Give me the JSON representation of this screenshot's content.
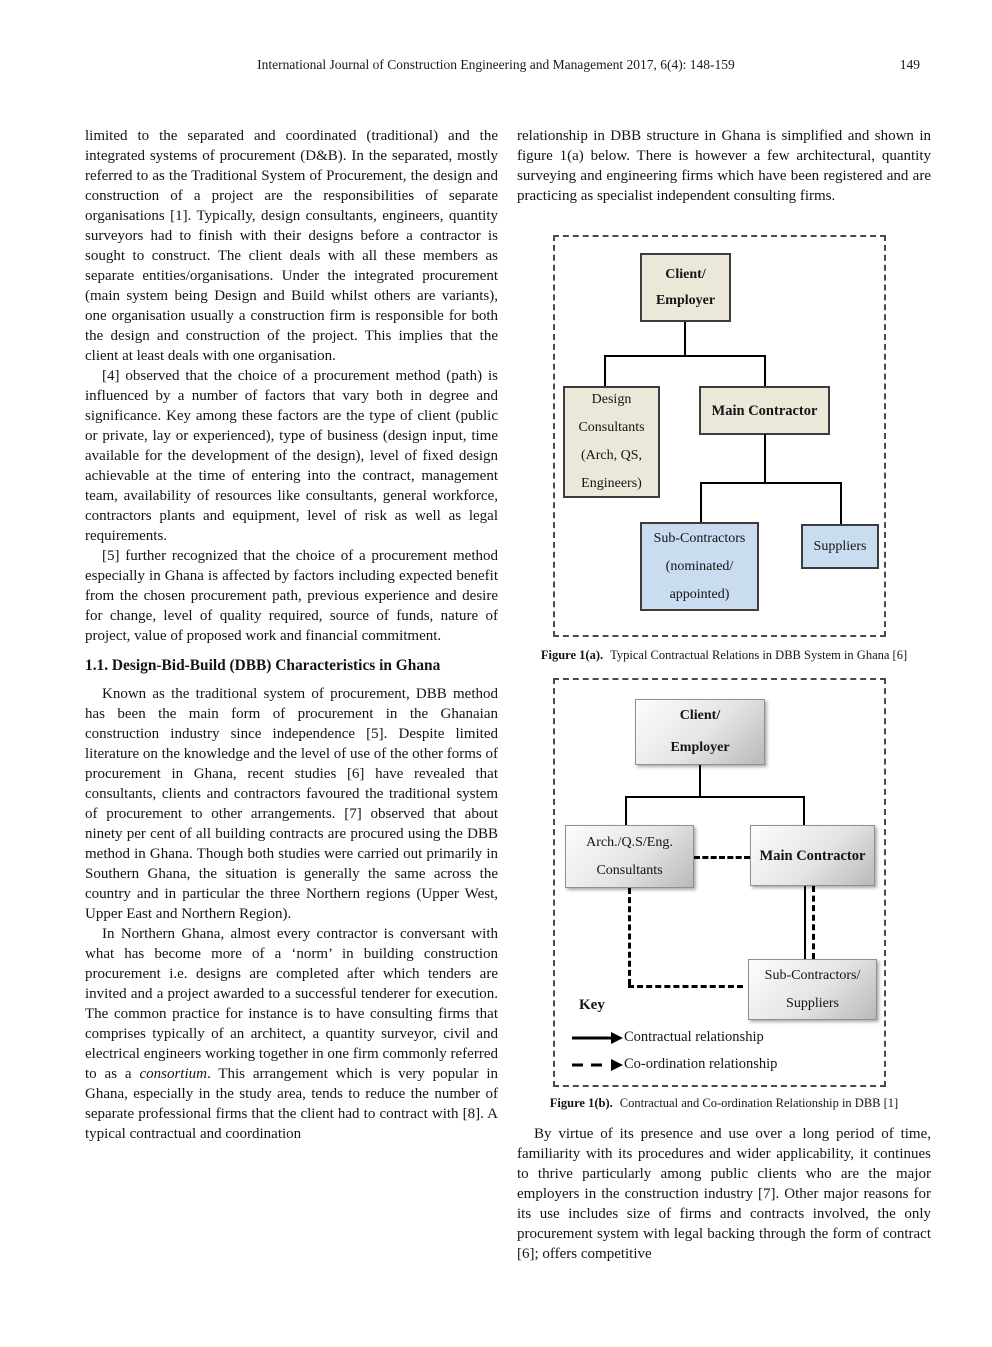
{
  "header": {
    "journal": "International Journal of Construction Engineering and Management 2017, 6(4): 148-159",
    "page_number": "149"
  },
  "left_column": {
    "para1": "limited to the separated and coordinated (traditional) and the integrated systems of procurement (D&B). In the separated, mostly referred to as the Traditional System of Procurement, the design and construction of a project are the responsibilities of separate organisations [1]. Typically, design consultants, engineers, quantity surveyors had to finish with their designs before a contractor is sought to construct. The client deals with all these members as separate entities/organisations. Under the integrated procurement (main system being Design and Build whilst others are variants), one organisation usually a construction firm is responsible for both the design and construction of the project. This implies that the client at least deals with one organisation.",
    "para2": "[4] observed that the choice of a procurement method (path) is influenced by a number of factors that vary both in degree and significance. Key among these factors are the type of client (public or private, lay or experienced), type of business (design input, time available for the development of the design), level of fixed design achievable at the time of entering into the contract, management team, availability of resources like consultants, general workforce, contractors plants and equipment, level of risk as well as legal requirements.",
    "para3": "[5] further recognized that the choice of a procurement method especially in Ghana is affected by factors including expected benefit from the chosen procurement path, previous experience and desire for change, level of quality required, source of funds, nature of project, value of proposed work and financial commitment.",
    "section_heading": "1.1. Design-Bid-Build (DBB) Characteristics in Ghana",
    "para4": "Known as the traditional system of procurement, DBB method has been the main form of procurement in the Ghanaian construction industry since independence [5]. Despite limited literature on the knowledge and the level of use of the other forms of procurement in Ghana, recent studies [6] have revealed that consultants, clients and contractors favoured the traditional system of procurement to other arrangements. [7] observed that about ninety per cent of all building contracts are procured using the DBB method in Ghana. Though both studies were carried out primarily in Southern Ghana, the situation is generally the same across the country and in particular the three Northern regions (Upper West, Upper East and Northern Region).",
    "para5_before": "In Northern Ghana, almost every contractor is conversant with what has become more of a ‘norm’ in building construction procurement i.e. designs are completed after which tenders are invited and a project awarded to a successful tenderer for execution. The common practice for instance is to have consulting firms that comprises typically of an architect, a quantity surveyor, civil and electrical engineers working together in one firm commonly referred to as a ",
    "para5_italic": "consortium",
    "para5_after": ". This arrangement which is very popular in Ghana, especially in the study area, tends to reduce the number of separate professional firms that the client had to contract with [8]. A typical contractual and coordination"
  },
  "right_column": {
    "para1": "relationship in DBB structure in Ghana is simplified and shown in figure 1(a) below. There is however a few architectural, quantity surveying and engineering firms which have been registered and are practicing as specialist independent consulting firms.",
    "para2": "By virtue of its presence and use over a long period of time, familiarity with its procedures and wider applicability, it continues to thrive particularly among public clients who are the major employers in the construction industry [7]. Other major reasons for its use includes size of firms and contracts involved, the only procurement system with legal backing through the form of contract [6]; offers competitive"
  },
  "figure_a": {
    "caption_label": "Figure 1(a).",
    "caption_text": "Typical Contractual Relations in DBB System in Ghana [6]",
    "client": [
      "Client/",
      "Employer"
    ],
    "design_consultants": [
      "Design",
      "Consultants",
      "(Arch, QS,",
      "Engineers)"
    ],
    "main_contractor": "Main Contractor",
    "sub_contractors": [
      "Sub-Contractors",
      "(nominated/",
      "appointed)"
    ],
    "suppliers": "Suppliers",
    "colors": {
      "primary_box": "#ebe8da",
      "secondary_box": "#c9dcf0",
      "line": "#000000"
    }
  },
  "figure_b": {
    "caption_label": "Figure 1(b).",
    "caption_text": "Contractual and Co-ordination Relationship in DBB [1]",
    "client": [
      "Client/",
      "Employer"
    ],
    "consultants": [
      "Arch./Q.S/Eng.",
      "Consultants"
    ],
    "main_contractor": "Main Contractor",
    "sub_contractors_suppliers": [
      "Sub-Contractors/",
      "Suppliers"
    ],
    "key": {
      "title": "Key",
      "solid_arrow_label": "Contractual relationship",
      "dashed_arrow_label": "Co-ordination relationship"
    },
    "colors": {
      "box_gradient_end": "#b9b9b9",
      "line": "#000000"
    }
  }
}
